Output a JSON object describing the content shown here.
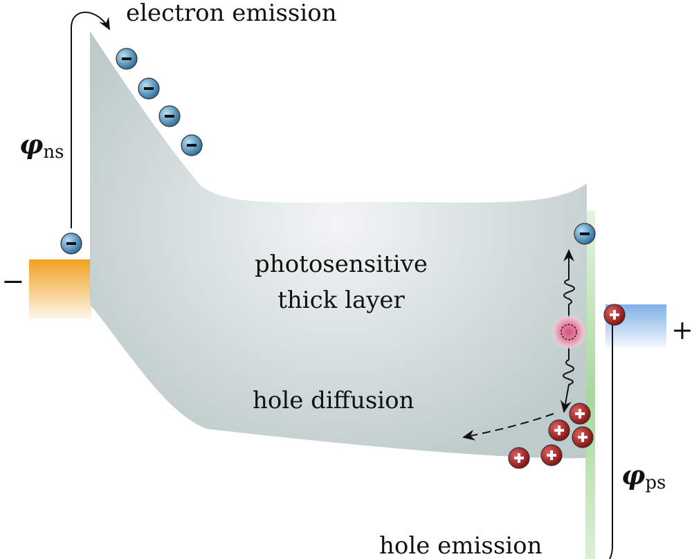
{
  "labels": {
    "electron_emission": "electron emission",
    "hole_emission": "hole emission",
    "layer_line1": "photosensitive",
    "layer_line2": "thick layer",
    "hole_diffusion": "hole diffusion",
    "phi_ns_symbol": "φ",
    "phi_ns_sub": "ns",
    "phi_ps_symbol": "φ",
    "phi_ps_sub": "ps",
    "minus": "−",
    "plus": "+"
  },
  "colors": {
    "layer": "#c9d4d4",
    "negative_electrode": "#f0a830",
    "positive_electrode": "#8fb8e8",
    "interface_strip": "#a8d89a",
    "electron": "#4a90c0",
    "hole": "#a02020",
    "exciton": "#e890a8"
  }
}
